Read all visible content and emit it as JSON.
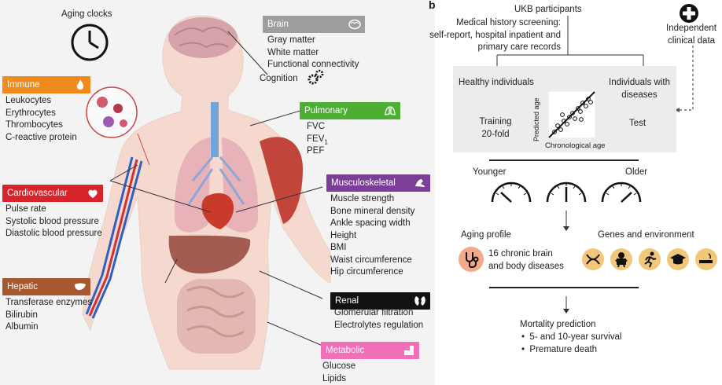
{
  "panel_labels": {
    "b": "b"
  },
  "panel_a": {
    "aging_clocks": "Aging clocks",
    "cognition": "Cognition",
    "brain": {
      "title": "Brain",
      "items": [
        "Gray matter",
        "White matter",
        "Functional connectivity"
      ],
      "color": "#9e9e9e",
      "icon": "brain-icon"
    },
    "immune": {
      "title": "Immune",
      "items": [
        "Leukocytes",
        "Erythrocytes",
        "Thrombocytes",
        "C-reactive protein"
      ],
      "color": "#f08a1c",
      "icon": "fire-icon"
    },
    "pulmonary": {
      "title": "Pulmonary",
      "items": [
        "FVC",
        "FEV",
        "PEF"
      ],
      "fev_sub": "1",
      "color": "#4caf33",
      "icon": "lungs-icon"
    },
    "cardiovascular": {
      "title": "Cardiovascular",
      "items": [
        "Pulse rate",
        "Systolic blood pressure",
        "Diastolic blood pressure"
      ],
      "color": "#d9232a",
      "icon": "heart-icon"
    },
    "musculoskeletal": {
      "title": "Musculoskeletal",
      "items": [
        "Muscle strength",
        "Bone mineral density",
        "Ankle spacing width",
        "Height",
        "BMI",
        "Waist circumference",
        "Hip circumference"
      ],
      "color": "#7b3f98",
      "icon": "muscle-icon"
    },
    "hepatic": {
      "title": "Hepatic",
      "items": [
        "Transferase enzymes",
        "Bilirubin",
        "Albumin"
      ],
      "color": "#a8582e",
      "icon": "liver-icon"
    },
    "renal": {
      "title": "Renal",
      "items": [
        "Glomerular filtration",
        "Electrolytes regulation"
      ],
      "color": "#111111",
      "icon": "kidney-icon"
    },
    "metabolic": {
      "title": "Metabolic",
      "items": [
        "Glucose",
        "Lipids"
      ],
      "color": "#f06fb6",
      "icon": "food-icon"
    }
  },
  "panel_b": {
    "ukb": "UKB participants",
    "screening": [
      "Medical history screening:",
      "self-report, hospital inpatient and",
      "primary care records"
    ],
    "independent": [
      "Independent",
      "clinical data"
    ],
    "healthy": "Healthy individuals",
    "diseased": [
      "Individuals with",
      "diseases"
    ],
    "training": [
      "Training",
      "20-fold"
    ],
    "test": "Test",
    "predicted_age": "Predicted age",
    "chronological_age": "Chronological age",
    "younger": "Younger",
    "older": "Older",
    "aging_profile": "Aging profile",
    "genes_env": "Genes and environment",
    "diseases": [
      "16 chronic brain",
      "and body diseases"
    ],
    "mortality": "Mortality prediction",
    "mortality_items": [
      "5- and 10-year survival",
      "Premature death"
    ],
    "bullet": "•"
  }
}
